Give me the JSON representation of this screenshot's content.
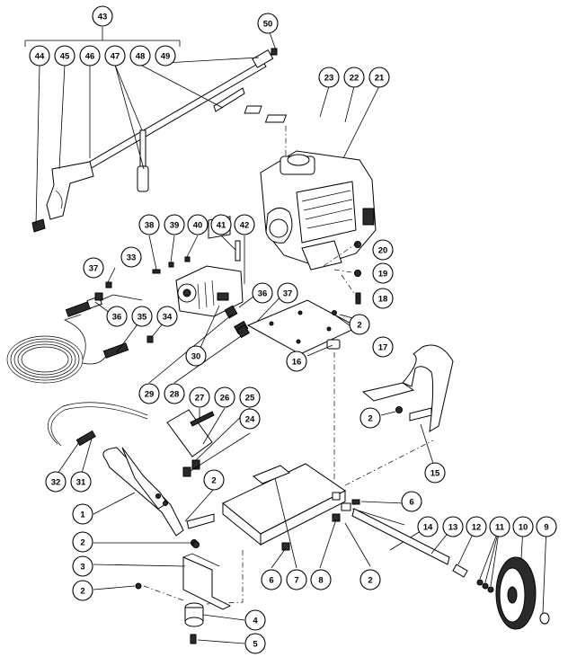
{
  "callouts": [
    "1",
    "2",
    "3",
    "4",
    "5",
    "6",
    "7",
    "8",
    "9",
    "10",
    "11",
    "12",
    "13",
    "14",
    "15",
    "16",
    "17",
    "18",
    "19",
    "20",
    "21",
    "22",
    "23",
    "24",
    "25",
    "26",
    "27",
    "28",
    "29",
    "30",
    "31",
    "32",
    "33",
    "34",
    "35",
    "36",
    "37",
    "38",
    "39",
    "40",
    "41",
    "42",
    "43",
    "44",
    "45",
    "46",
    "47",
    "48",
    "49",
    "50"
  ],
  "colors": {
    "ink": "#000000",
    "paper": "#ffffff",
    "shade": "#2a2a2a"
  }
}
